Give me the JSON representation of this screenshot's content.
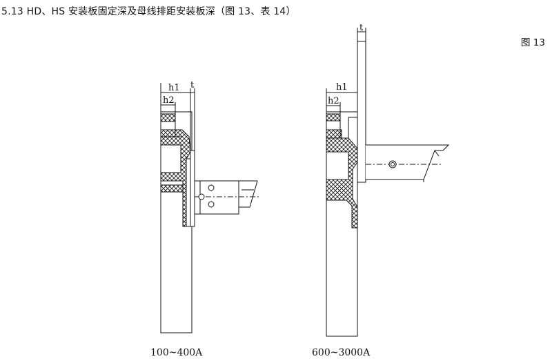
{
  "heading": "5.13 HD、HS 安装板固定深及母线排距安装板深（图 13、表 14）",
  "figure_label": "图 13",
  "left_drawing": {
    "dims": {
      "h1": "h1",
      "h2": "h2",
      "t": "t"
    },
    "caption": "100~400A"
  },
  "right_drawing": {
    "dims": {
      "h1": "h1",
      "h2": "h2",
      "t": "t"
    },
    "caption": "600~3000A"
  }
}
